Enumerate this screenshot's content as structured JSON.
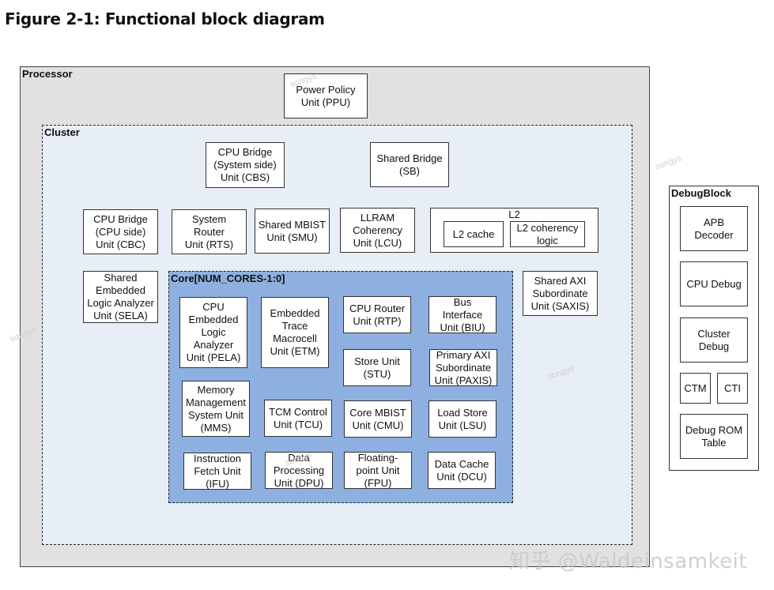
{
  "figure_title": "Figure 2-1: Functional block diagram",
  "regions": {
    "processor": "Processor",
    "cluster": "Cluster",
    "core": "Core[NUM_CORES-1:0]",
    "debugblock": "DebugBlock"
  },
  "processor_blocks": {
    "ppu": "Power Policy\nUnit (PPU)"
  },
  "cluster_blocks": {
    "cbs": "CPU Bridge\n(System side)\nUnit (CBS)",
    "sb": "Shared Bridge\n(SB)",
    "cbc": "CPU Bridge\n(CPU side)\nUnit (CBC)",
    "rts": "System\nRouter\nUnit (RTS)",
    "smu": "Shared MBIST\nUnit (SMU)",
    "lcu": "LLRAM\nCoherency\nUnit (LCU)",
    "l2": "L2",
    "l2_cache": "L2 cache",
    "l2_coherency": "L2 coherency\nlogic",
    "sela": "Shared\nEmbedded\nLogic Analyzer\nUnit (SELA)",
    "saxis": "Shared AXI\nSubordinate\nUnit (SAXIS)"
  },
  "core_blocks": {
    "pela": "CPU\nEmbedded\nLogic\nAnalyzer\nUnit (PELA)",
    "etm": "Embedded\nTrace\nMacrocell\nUnit (ETM)",
    "rtp": "CPU Router\nUnit (RTP)",
    "biu": "Bus\nInterface\nUnit (BIU)",
    "stu": "Store Unit\n(STU)",
    "paxis": "Primary AXI\nSubordinate\nUnit (PAXIS)",
    "mms": "Memory\nManagement\nSystem Unit\n(MMS)",
    "tcu": "TCM Control\nUnit (TCU)",
    "cmu": "Core MBIST\nUnit (CMU)",
    "lsu": "Load Store\nUnit (LSU)",
    "ifu": "Instruction\nFetch Unit\n(IFU)",
    "dpu": "Data\nProcessing\nUnit (DPU)",
    "fpu": "Floating-\npoint Unit\n(FPU)",
    "dcu": "Data Cache\nUnit (DCU)"
  },
  "debug_blocks": {
    "apb": "APB\nDecoder",
    "cpu_debug": "CPU Debug",
    "cluster_debug": "Cluster\nDebug",
    "ctm": "CTM",
    "cti": "CTI",
    "rom_table": "Debug ROM\nTable"
  },
  "watermarks": {
    "faint": "songys",
    "zhihu": "知乎 @Waldeinsamkeit"
  }
}
